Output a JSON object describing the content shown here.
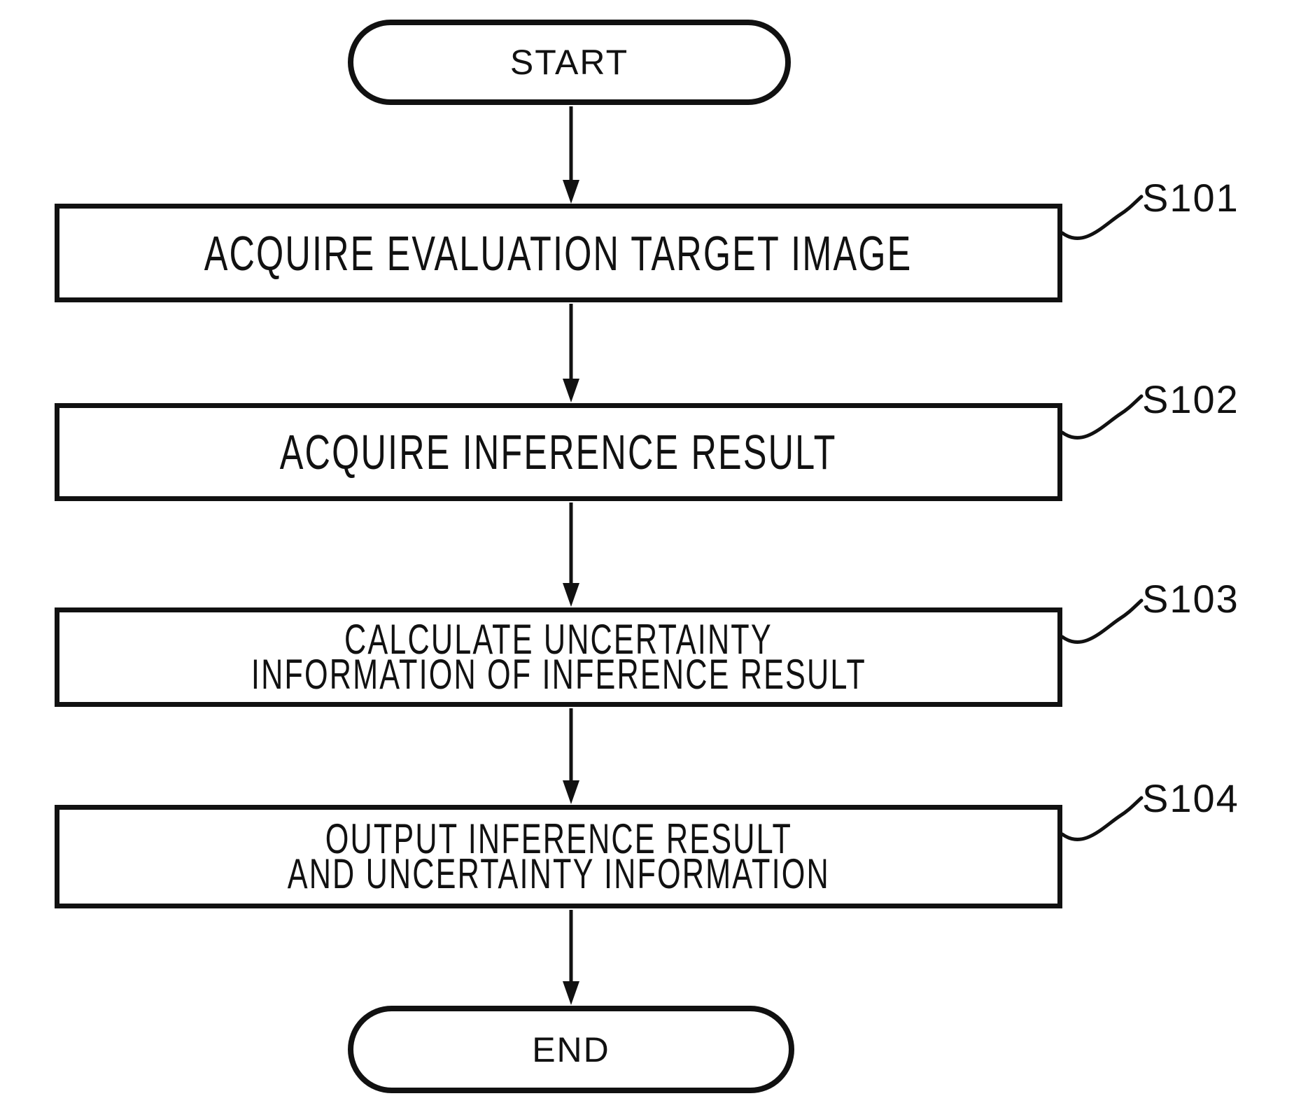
{
  "figure": {
    "type": "flowchart",
    "start_label": "START",
    "end_label": "END",
    "steps": [
      {
        "id": "S101",
        "lines": [
          "ACQUIRE EVALUATION TARGET IMAGE"
        ]
      },
      {
        "id": "S102",
        "lines": [
          "ACQUIRE INFERENCE RESULT"
        ]
      },
      {
        "id": "S103",
        "lines": [
          "CALCULATE UNCERTAINTY",
          "INFORMATION OF INFERENCE RESULT"
        ]
      },
      {
        "id": "S104",
        "lines": [
          "OUTPUT INFERENCE RESULT",
          "AND UNCERTAINTY INFORMATION"
        ]
      }
    ],
    "colors": {
      "ink": "#111111",
      "background": "#ffffff"
    }
  }
}
